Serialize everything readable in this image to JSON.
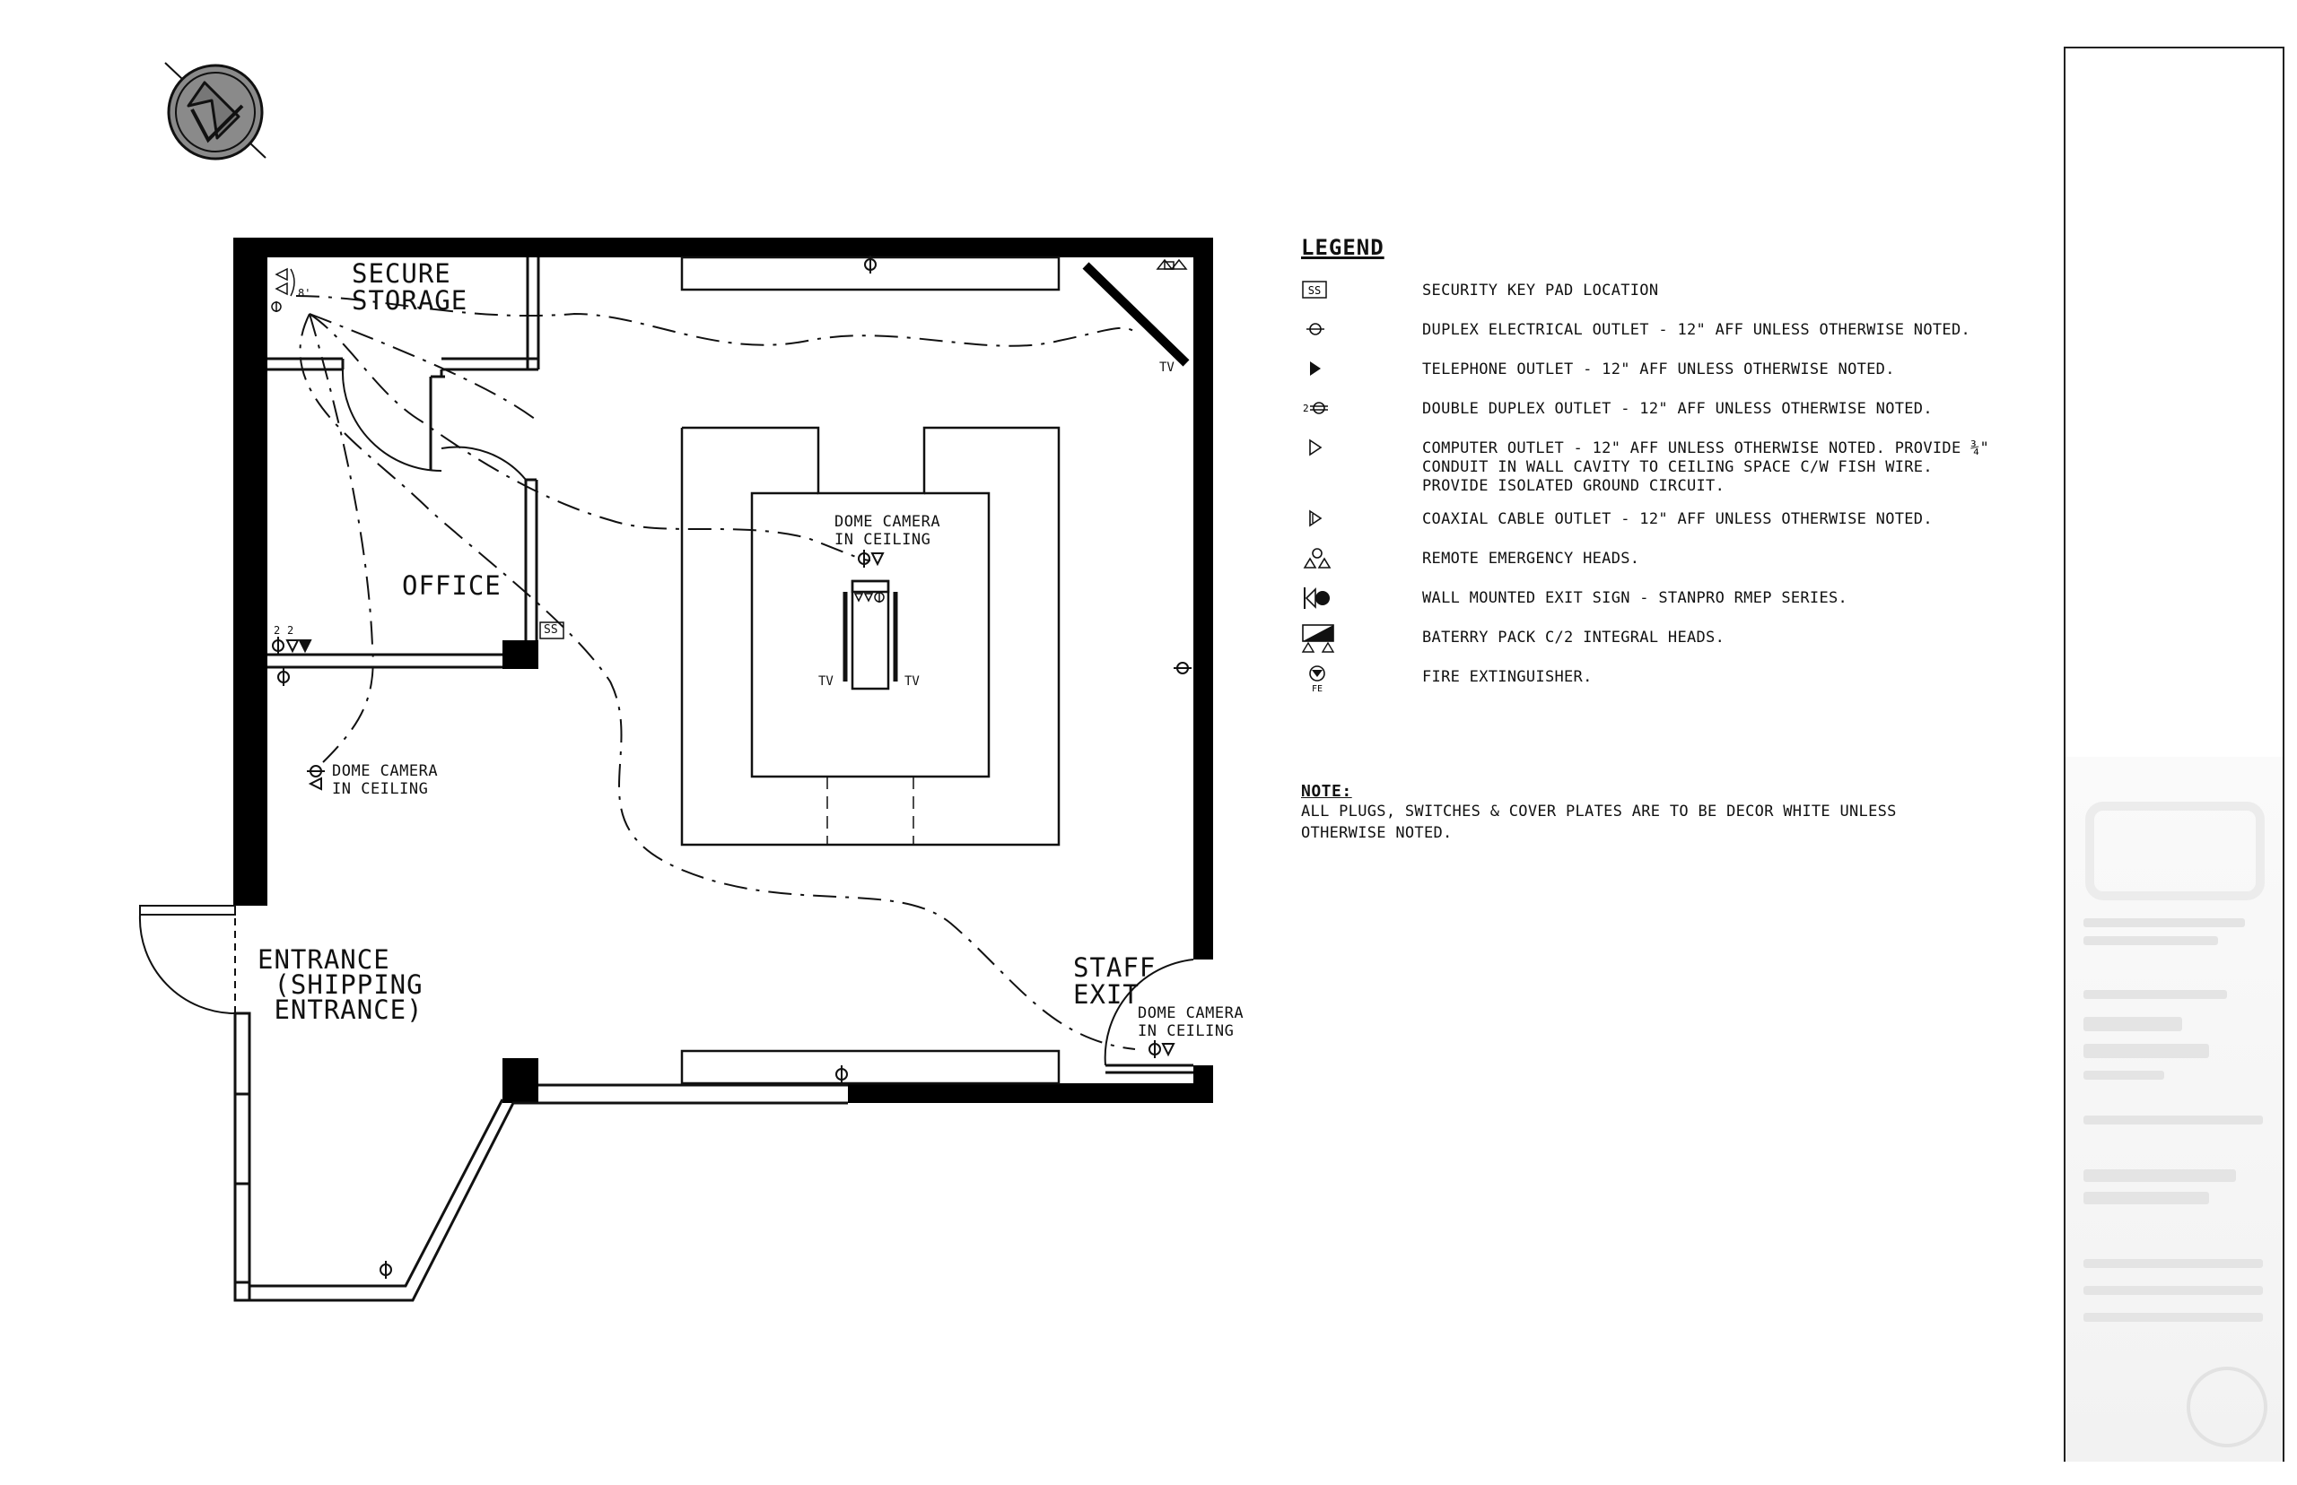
{
  "rooms": {
    "secure_storage": "SECURE\nSTORAGE",
    "office": "OFFICE",
    "entrance": "ENTRANCE\n (SHIPPING\n ENTRANCE)",
    "staff_exit": "STAFF\nEXIT"
  },
  "annotations": {
    "dome_camera_center": "DOME CAMERA\nIN CEILING",
    "dome_camera_office": "DOME CAMERA\nIN CEILING",
    "dome_camera_exit": "DOME CAMERA\nIN CEILING",
    "tv_corner": "TV",
    "tv_left": "TV",
    "tv_right": "TV",
    "keypad": "SS",
    "height_mark": "8'",
    "office_outlet_count_a": "2",
    "office_outlet_count_b": "2"
  },
  "legend": {
    "title": "LEGEND",
    "items": [
      {
        "symbol": "security-keypad-icon",
        "text": "SECURITY KEY PAD LOCATION",
        "glyph": "SS"
      },
      {
        "symbol": "duplex-outlet-icon",
        "text": "DUPLEX ELECTRICAL OUTLET - 12\" AFF UNLESS OTHERWISE NOTED."
      },
      {
        "symbol": "telephone-outlet-icon",
        "text": "TELEPHONE OUTLET - 12\" AFF UNLESS OTHERWISE NOTED."
      },
      {
        "symbol": "double-duplex-outlet-icon",
        "text": "DOUBLE DUPLEX OUTLET - 12\" AFF UNLESS OTHERWISE NOTED.",
        "glyph": "2"
      },
      {
        "symbol": "computer-outlet-icon",
        "text": "COMPUTER OUTLET - 12\" AFF UNLESS OTHERWISE NOTED. PROVIDE ¾\" CONDUIT IN WALL CAVITY TO CEILING SPACE C/W FISH WIRE. PROVIDE ISOLATED GROUND CIRCUIT."
      },
      {
        "symbol": "coaxial-outlet-icon",
        "text": "COAXIAL CABLE OUTLET - 12\" AFF UNLESS OTHERWISE NOTED."
      },
      {
        "symbol": "emergency-heads-icon",
        "text": "REMOTE EMERGENCY HEADS."
      },
      {
        "symbol": "exit-sign-icon",
        "text": "WALL MOUNTED EXIT SIGN - STANPRO RMEP SERIES."
      },
      {
        "symbol": "battery-pack-icon",
        "text": "BATERRY PACK C/2 INTEGRAL HEADS."
      },
      {
        "symbol": "fire-extinguisher-icon",
        "text": "FIRE EXTINGUISHER.",
        "glyph": "FE"
      }
    ]
  },
  "note": {
    "title": "NOTE:",
    "text": "ALL PLUGS, SWITCHES & COVER PLATES ARE TO BE DECOR WHITE UNLESS OTHERWISE NOTED."
  },
  "colors": {
    "ink": "#111111",
    "wall": "#000000",
    "north_arrow_fill": "#8a8a8a",
    "title_block_blur": "#e4e4e4"
  }
}
